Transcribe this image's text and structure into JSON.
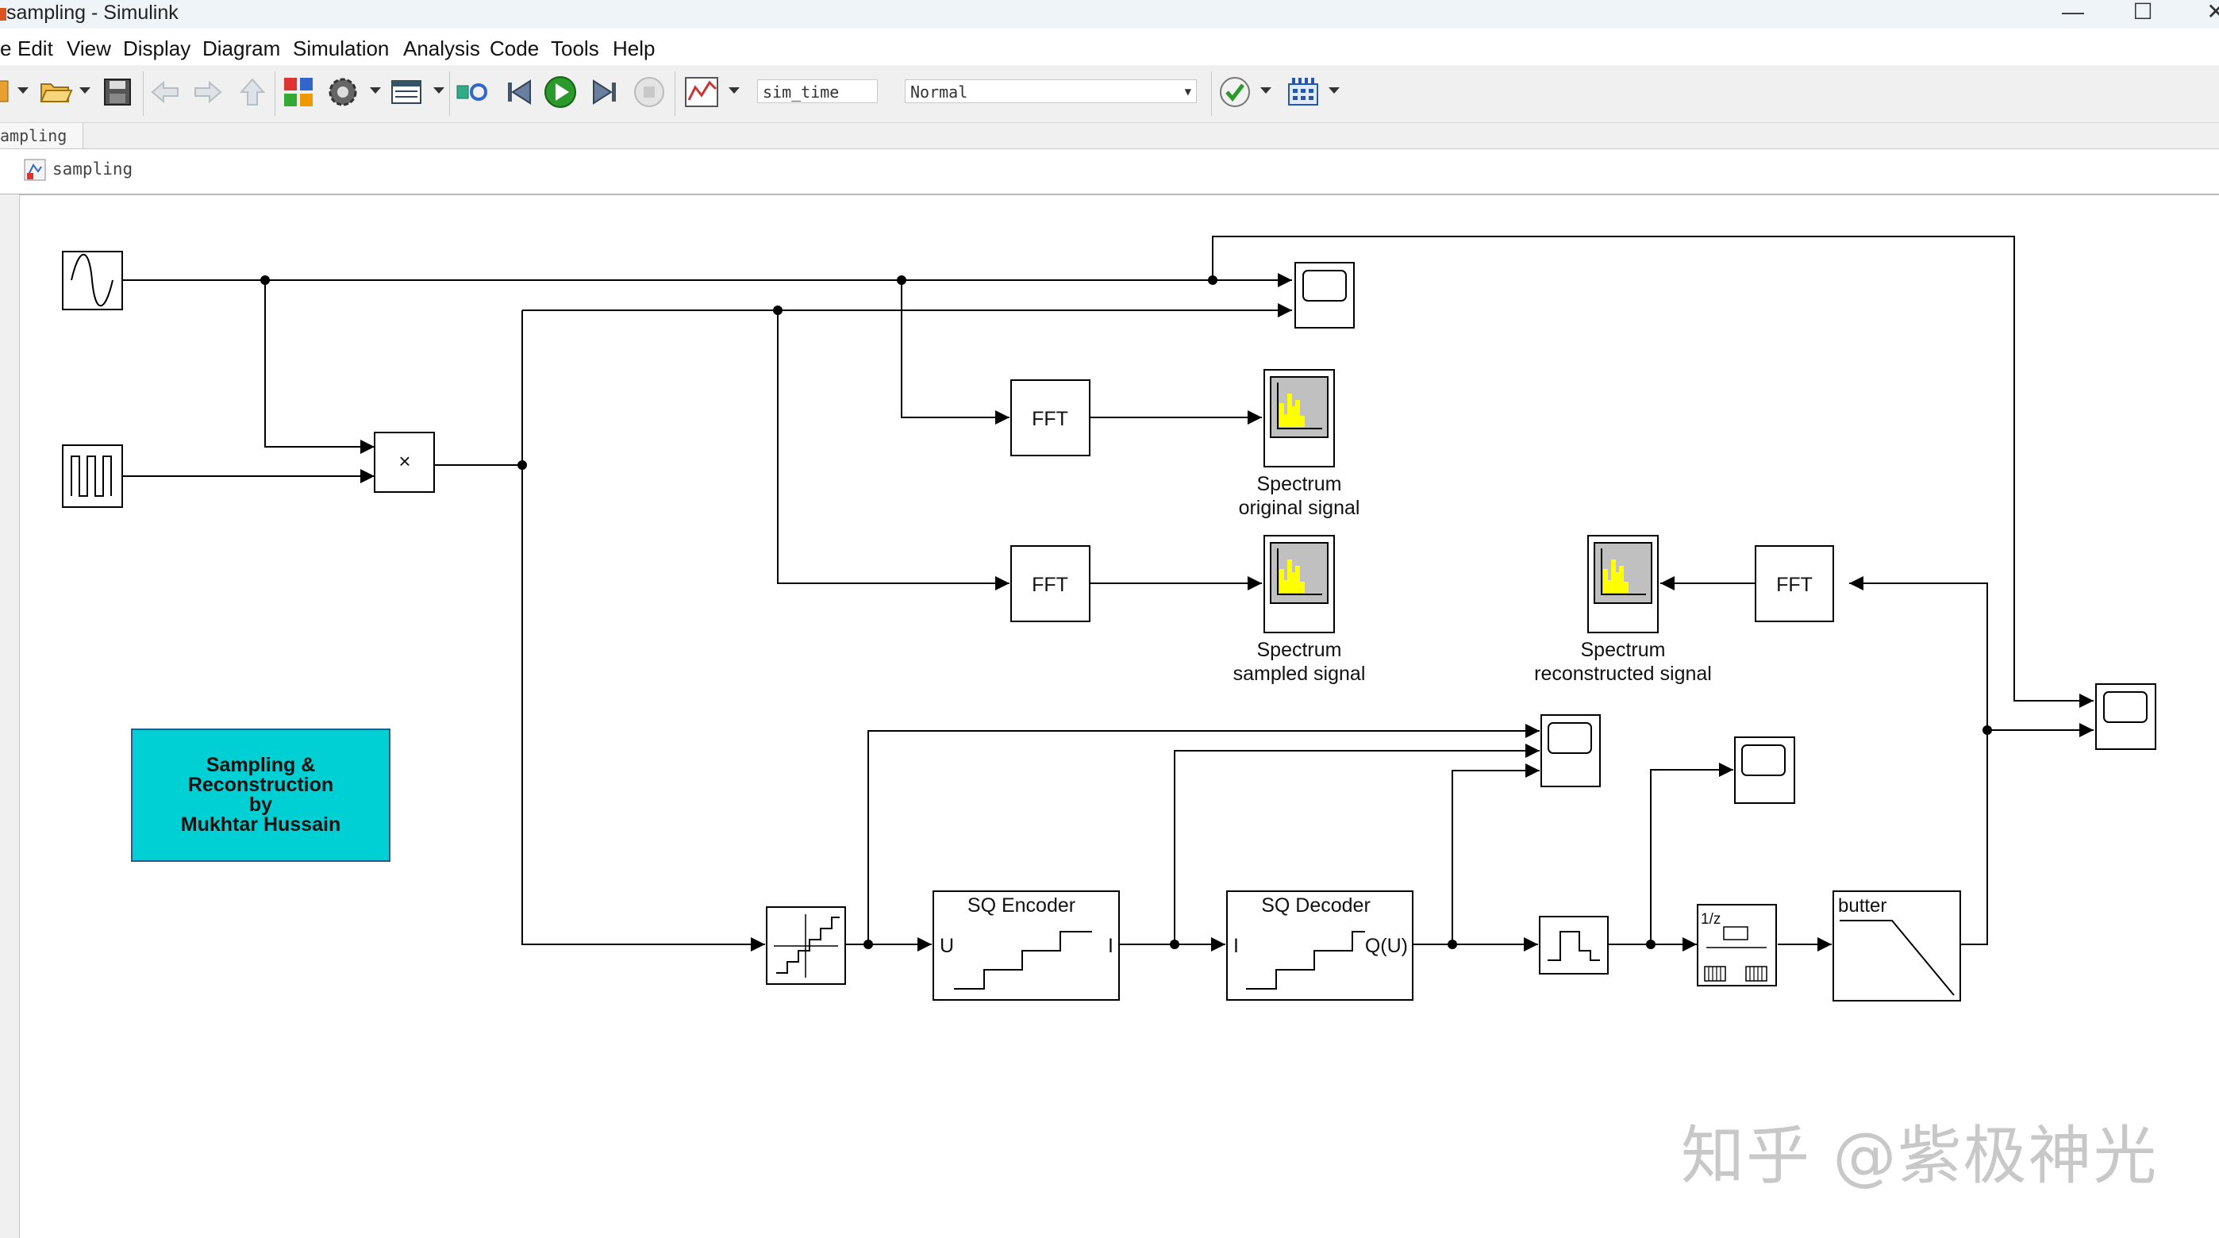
{
  "window": {
    "title": "sampling - Simulink"
  },
  "menu": [
    "e",
    "Edit",
    "View",
    "Display",
    "Diagram",
    "Simulation",
    "Analysis",
    "Code",
    "Tools",
    "Help"
  ],
  "toolbar": {
    "stop_time": "sim_time",
    "sim_mode": "Normal"
  },
  "tabs": {
    "active": "ampling"
  },
  "address": {
    "path": "sampling"
  },
  "blocks": {
    "fft": "FFT",
    "spectrum_original": [
      "Spectrum",
      "original signal"
    ],
    "spectrum_sampled": [
      "Spectrum",
      "sampled signal"
    ],
    "spectrum_reconstructed": [
      "Spectrum",
      "reconstructed signal"
    ],
    "sq_encoder": {
      "name": "SQ Encoder",
      "in": "U",
      "out": "I"
    },
    "sq_decoder": {
      "name": "SQ Decoder",
      "in": "I",
      "out": "Q(U)"
    },
    "delay": "1/z",
    "butter": "butter",
    "product": "×"
  },
  "annotation": [
    "Sampling &",
    "Reconstruction",
    "by",
    "Mukhtar Hussain"
  ],
  "watermark": "知乎 @紫极神光",
  "colors": {
    "annotation_bg": "#00d0d4",
    "spectrum_yellow": "#ffff00",
    "titlebar": "#eff4f9"
  }
}
